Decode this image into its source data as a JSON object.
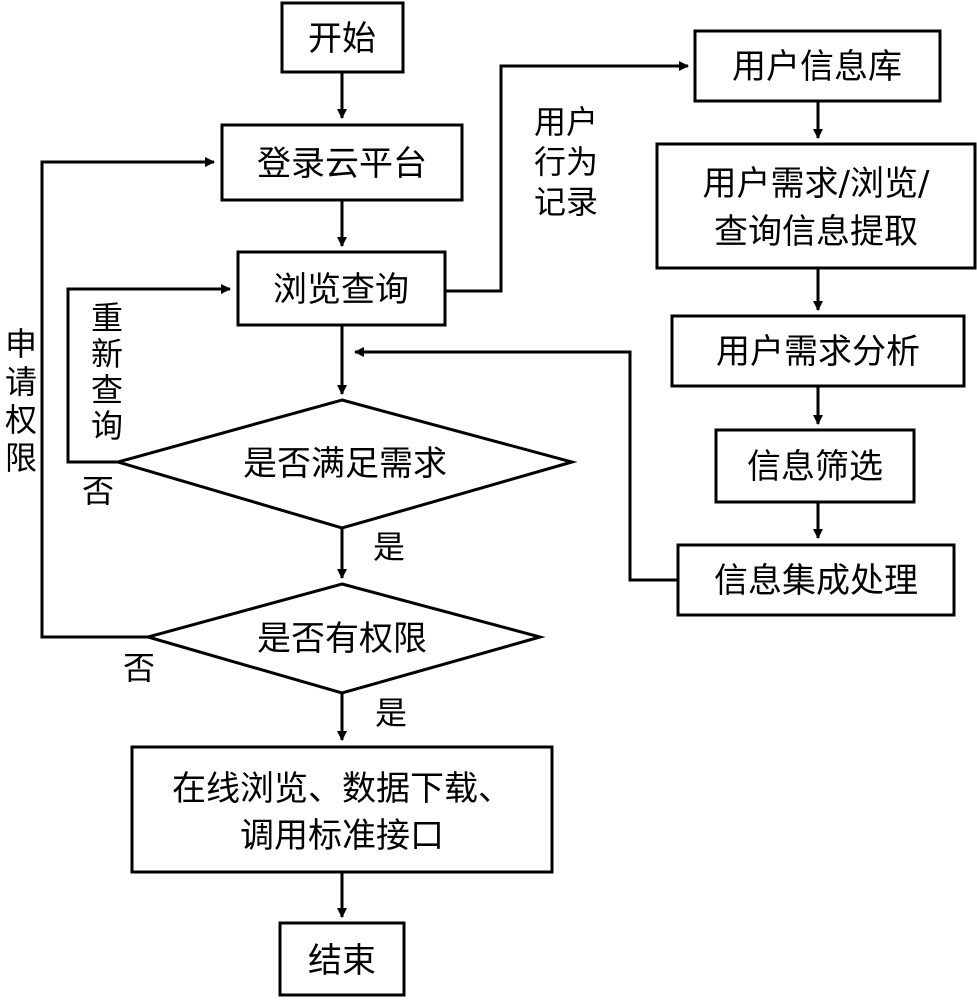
{
  "nodes": {
    "start": "开始",
    "login": "登录云平台",
    "browse": "浏览查询",
    "meet_needs": "是否满足需求",
    "has_permission": "是否有权限",
    "actions_line1": "在线浏览、数据下载、",
    "actions_line2": "调用标准接口",
    "end": "结束",
    "user_db": "用户信息库",
    "extract_line1": "用户需求/浏览/",
    "extract_line2": "查询信息提取",
    "analysis": "用户需求分析",
    "filter": "信息筛选",
    "integrate": "信息集成处理"
  },
  "edge_labels": {
    "behavior_record": [
      "用户",
      "行为",
      "记录"
    ],
    "requery": [
      "重",
      "新",
      "查",
      "询"
    ],
    "apply_permission": [
      "申",
      "请",
      "权",
      "限"
    ],
    "no_1": "否",
    "yes_1": "是",
    "no_2": "否",
    "yes_2": "是"
  }
}
